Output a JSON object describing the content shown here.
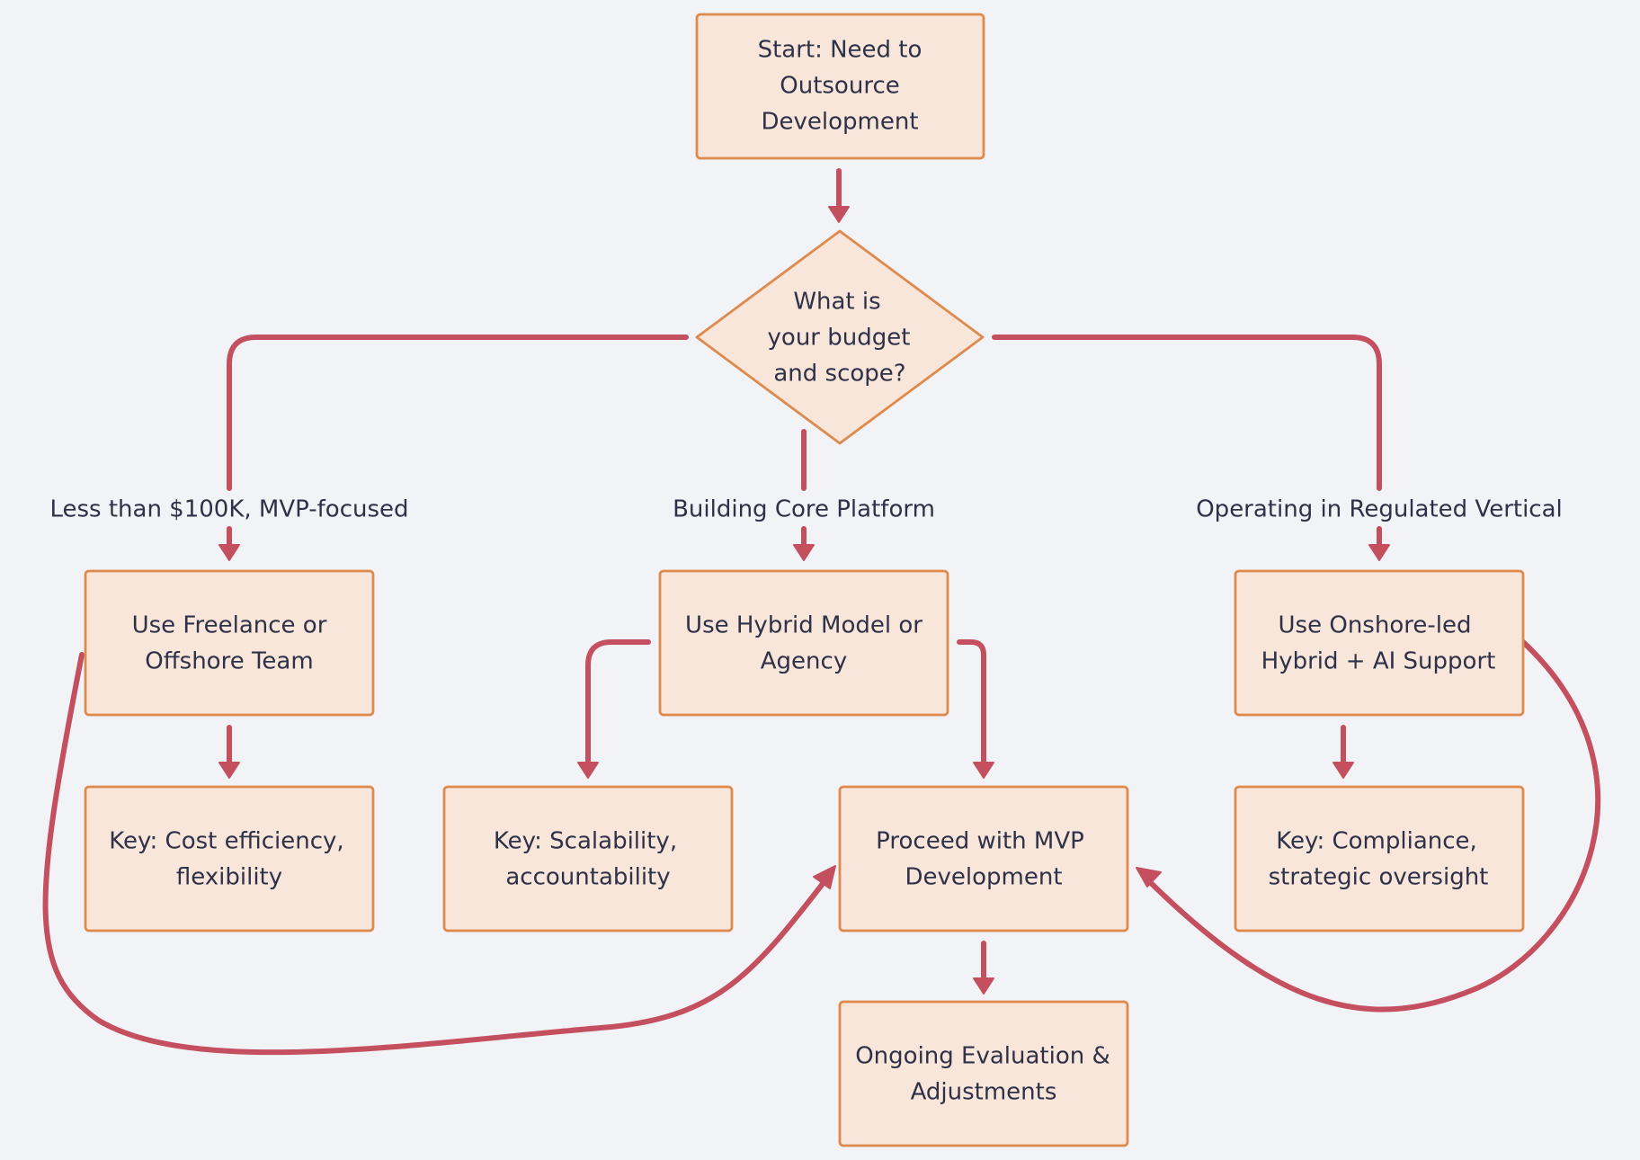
{
  "nodes": {
    "start": [
      "Start: Need to",
      "Outsource",
      "Development"
    ],
    "decision": [
      "What is",
      "your budget",
      "and scope?"
    ],
    "freelance": [
      "Use Freelance or",
      "Offshore Team"
    ],
    "hybrid": [
      "Use Hybrid Model or",
      "Agency"
    ],
    "onshore": [
      "Use Onshore-led",
      "Hybrid + AI Support"
    ],
    "key_cost": [
      "Key: Cost efficiency,",
      "flexibility"
    ],
    "key_scale": [
      "Key: Scalability,",
      "accountability"
    ],
    "mvp": [
      "Proceed with MVP",
      "Development"
    ],
    "key_compliance": [
      "Key: Compliance,",
      "strategic oversight"
    ],
    "evaluation": [
      "Ongoing Evaluation &",
      "Adjustments"
    ]
  },
  "edge_labels": {
    "budget": "Less than $100K, MVP-focused",
    "core": "Building Core Platform",
    "regulated": "Operating in Regulated Vertical"
  },
  "colors": {
    "background": "#f2f3f7",
    "node_fill": "#f8e6da",
    "node_stroke": "#dd8a4c",
    "edge": "#c4505f",
    "text": "#2e3147"
  }
}
